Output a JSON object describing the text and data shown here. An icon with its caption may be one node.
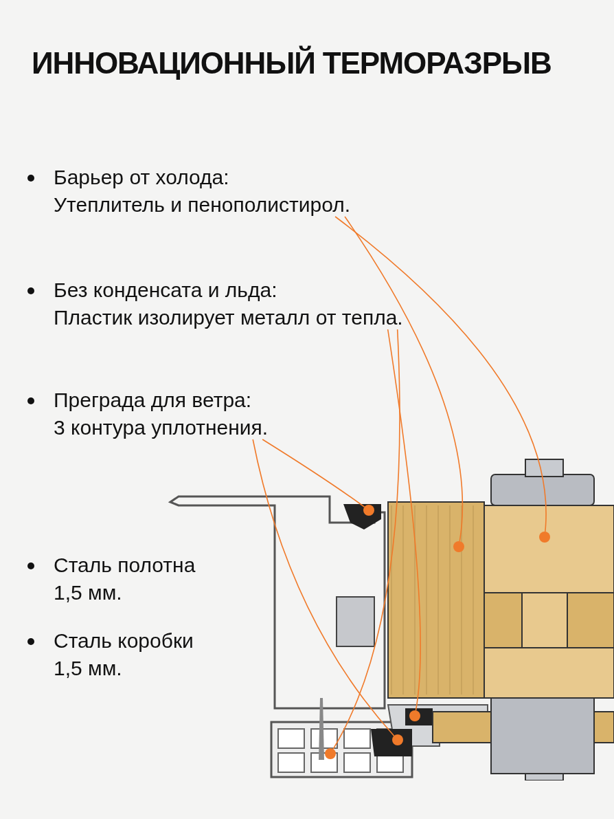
{
  "diagram": {
    "title": "ИННОВАЦИОННЫЙ ТЕРМОРАЗРЫВ",
    "nodes": [
      {
        "text": [
          "Барьер от холода:",
          "Утеплитель и пенополистирол."
        ]
      },
      {
        "text": [
          "Без конденсата и льда:",
          "Пластик изолирует металл от тепла."
        ]
      },
      {
        "text": [
          "Преграда для ветра:",
          "3 контура уплотнения."
        ]
      },
      {
        "text": [],
        "shape": "circle"
      },
      {
        "text": [],
        "shape": "circle"
      },
      {
        "text": [],
        "shape": "circle"
      },
      {
        "text": [],
        "shape": "circle"
      },
      {
        "text": [],
        "shape": "circle"
      },
      {
        "text": [],
        "shape": "circle"
      }
    ],
    "edges": [
      {
        "from": 0,
        "to": 5,
        "arrow": "none"
      },
      {
        "from": 0,
        "to": 4,
        "arrow": "none"
      },
      {
        "from": 1,
        "to": 8,
        "arrow": "none"
      },
      {
        "from": 1,
        "to": 6,
        "arrow": "none"
      },
      {
        "from": 2,
        "to": 3,
        "arrow": "none"
      },
      {
        "from": 2,
        "to": 7,
        "arrow": "none"
      }
    ],
    "labels": [
      "Сталь полотна 1,5 мм.",
      "Сталь коробки 1,5 мм."
    ]
  }
}
